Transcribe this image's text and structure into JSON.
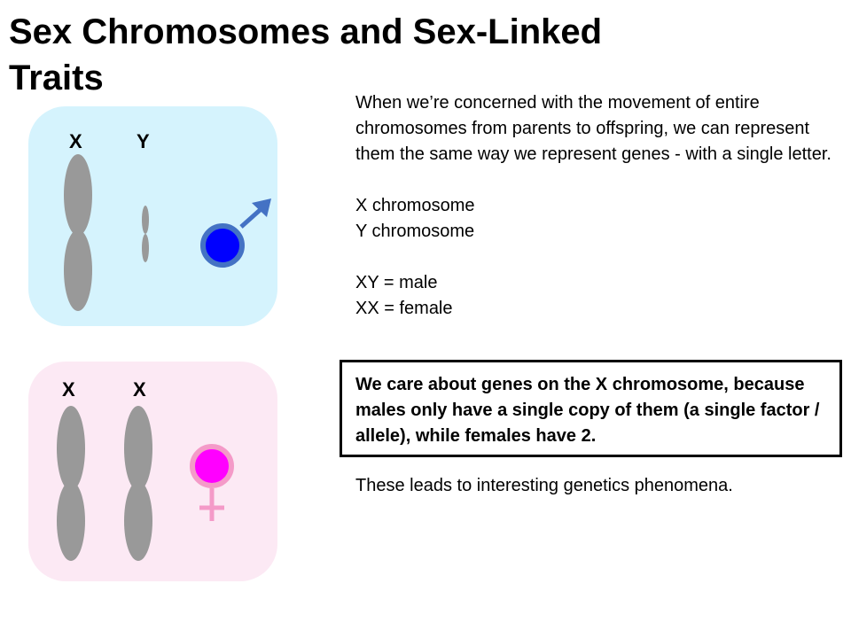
{
  "slide": {
    "title": "Sex Chromosomes and Sex-Linked Traits"
  },
  "male_panel": {
    "label_1": "X",
    "label_2": "Y",
    "symbol": "male-symbol-icon",
    "color": "#d5f3fd"
  },
  "female_panel": {
    "label_1": "X",
    "label_2": "X",
    "symbol": "female-symbol-icon",
    "color": "#fce9f4"
  },
  "body": {
    "intro": "When we’re concerned with the movement of entire chromosomes from parents to offspring, we can represent them the same way we represent genes - with a single letter.",
    "x_def": "X chromosome",
    "y_def": "Y chromosome",
    "xy": "XY = male",
    "xx": "XX = female",
    "highlight": "We care about genes on the X chromosome, because males only have a single copy of them (a single factor / allele), while females have 2.",
    "closing": "These leads to interesting genetics phenomena."
  },
  "colors": {
    "chromosome": "#999999",
    "male_symbol_fill": "#0000ff",
    "male_symbol_stroke": "#4472c4",
    "female_symbol_fill": "#ff00ff",
    "female_symbol_stroke": "#f49ac8"
  }
}
